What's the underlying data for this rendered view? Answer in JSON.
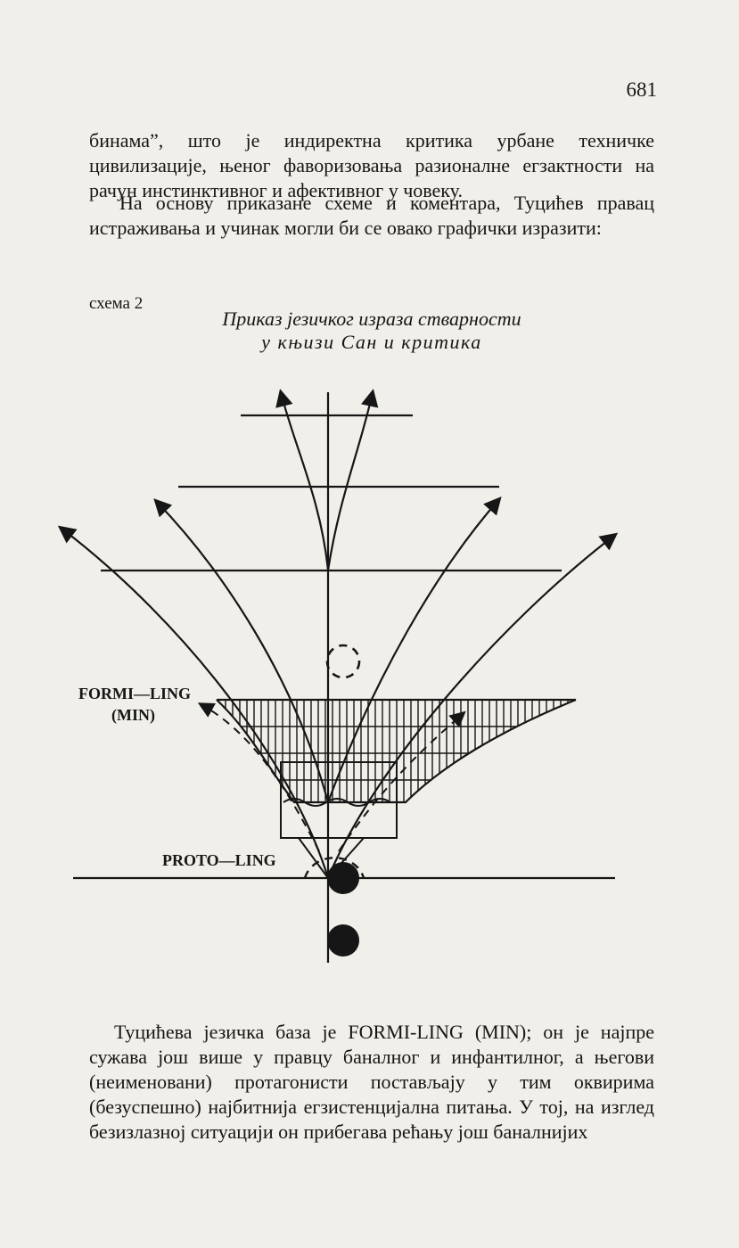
{
  "page_number": "681",
  "paragraphs": {
    "intro": "бинама”, што је индиректна критика урбане техничке цивилизације, њеног фаворизовања разионалне егзактности на рачун инстинктивног и афективног у човеку.",
    "lead_in": "На основу приказане схеме и коментара, Туцићев правац истраживања и учинак могли би се овако графички изразити:",
    "closing": "Туцићева језичка база је FORMI-LING (MIN); он је најпре сужава још више у правцу баналног и инфантилног, а његови (неименовани) протагонисти постављају у тим оквирима (безуспешно) најбитнија егзистенцијална питања. У тој, на изглед безизлазној ситуацији он прибегава рећању још баналнијих"
  },
  "schema": {
    "number_label": "схема 2",
    "title_line1": "Приказ језичког израза стварности",
    "title_line2": "у књизи Сан и критика"
  },
  "diagram_labels": {
    "formi_ling": "FORMI—LING",
    "min": "(MIN)",
    "proto_ling": "PROTO—LING"
  }
}
